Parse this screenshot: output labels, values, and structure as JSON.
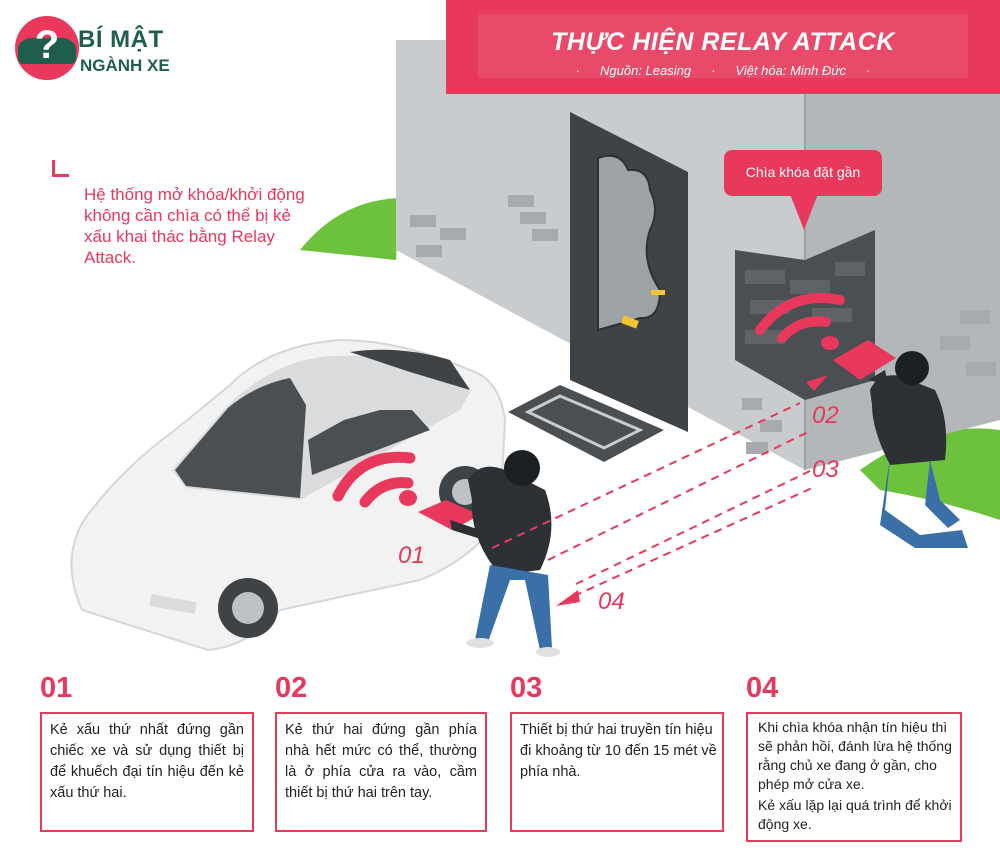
{
  "logo": {
    "line1": "BÍ MẬT",
    "line2": "NGÀNH XE"
  },
  "banner": {
    "title": "THỰC HIỆN RELAY ATTACK",
    "source": "Nguồn: Leasing",
    "translator": "Việt hóa: Minh Đức"
  },
  "intro": "Hệ thống mở khóa/khởi động không cần chìa có thể bị kẻ xấu khai thác bằng Relay Attack.",
  "key_bubble": "Chìa khóa đặt gần",
  "scene_labels": [
    "01",
    "02",
    "03",
    "04"
  ],
  "steps": [
    {
      "number": "01",
      "text": "Kẻ xấu thứ nhất đứng gần chiếc xe và sử dụng thiết bị để khuếch đại tín hiệu đến kẻ xấu thứ hai."
    },
    {
      "number": "02",
      "text": "Kẻ thứ hai đứng gần phía nhà hết mức có thể, thường là ở phía cửa ra vào, cầm thiết bị thứ hai trên tay."
    },
    {
      "number": "03",
      "text": "Thiết bị thứ hai truyền tín hiệu đi khoảng từ 10 đến 15 mét về phía nhà."
    },
    {
      "number": "04",
      "text": "Khi chìa khóa nhận tín hiệu thì sẽ phản hồi, đánh lừa hệ thống rằng chủ xe đang ở gần, cho phép mở cửa xe.",
      "text2": "Kẻ xấu lặp lại quá trình để khởi động xe."
    }
  ],
  "colors": {
    "accent": "#e8385c",
    "wall": "#c9ccce",
    "wall_dark": "#a6a9ab",
    "grass": "#6cc13d",
    "door": "#3d4347",
    "logo_green": "#1f5e4d"
  }
}
